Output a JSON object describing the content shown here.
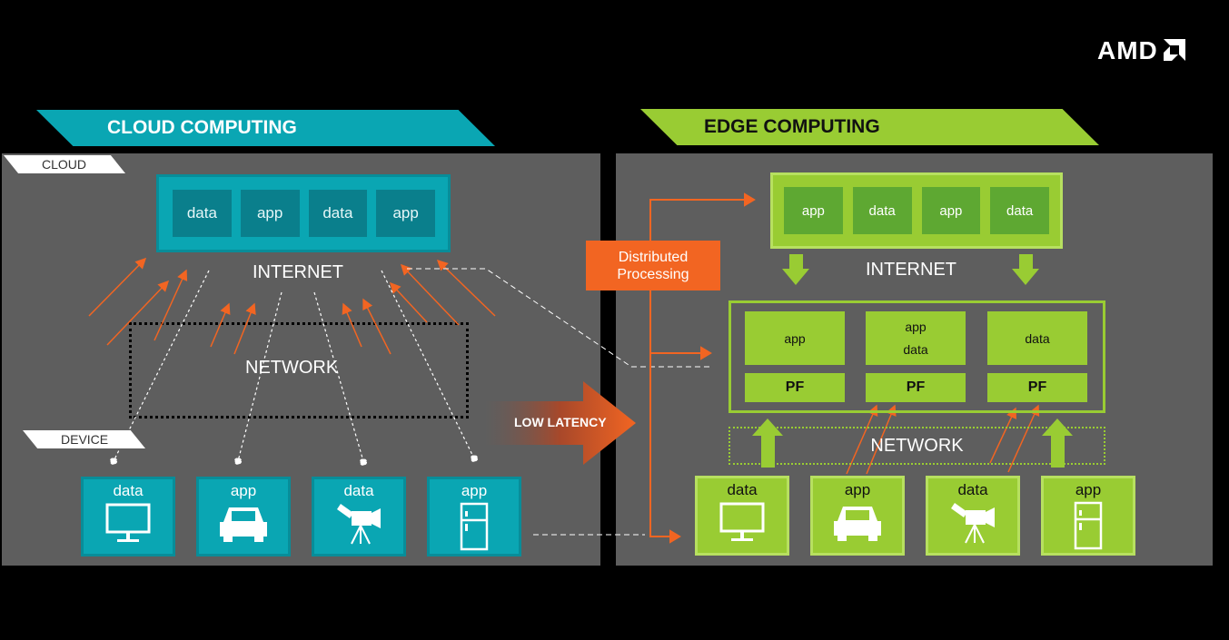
{
  "logo": {
    "text": "AMD",
    "icon": "amd-arrow-icon"
  },
  "cloud": {
    "banner": "CLOUD COMPUTING",
    "cloud_tag": "CLOUD",
    "device_tag": "DEVICE",
    "top_cells": [
      "data",
      "app",
      "data",
      "app"
    ],
    "internet_label": "INTERNET",
    "network_label": "NETWORK",
    "devices": [
      {
        "label": "data",
        "icon": "monitor-icon"
      },
      {
        "label": "app",
        "icon": "car-icon"
      },
      {
        "label": "data",
        "icon": "camera-icon"
      },
      {
        "label": "app",
        "icon": "fridge-icon"
      }
    ]
  },
  "middle": {
    "distributed": [
      "Distributed",
      "Processing"
    ],
    "low_latency": "LOW LATENCY"
  },
  "edge": {
    "banner": "EDGE COMPUTING",
    "top_cells": [
      "app",
      "data",
      "app",
      "data"
    ],
    "internet_label": "INTERNET",
    "mid_cells": [
      {
        "lines": [
          "app"
        ],
        "pf": "PF"
      },
      {
        "lines": [
          "app",
          "data"
        ],
        "pf": "PF"
      },
      {
        "lines": [
          "data"
        ],
        "pf": "PF"
      }
    ],
    "network_label": "NETWORK",
    "devices": [
      {
        "label": "data",
        "icon": "monitor-icon"
      },
      {
        "label": "app",
        "icon": "car-icon"
      },
      {
        "label": "data",
        "icon": "camera-icon"
      },
      {
        "label": "app",
        "icon": "fridge-icon"
      }
    ]
  },
  "colors": {
    "cloud": "#0aa6b3",
    "edge": "#99cc33",
    "accent": "#f26522",
    "panel": "#5e5e5e"
  }
}
